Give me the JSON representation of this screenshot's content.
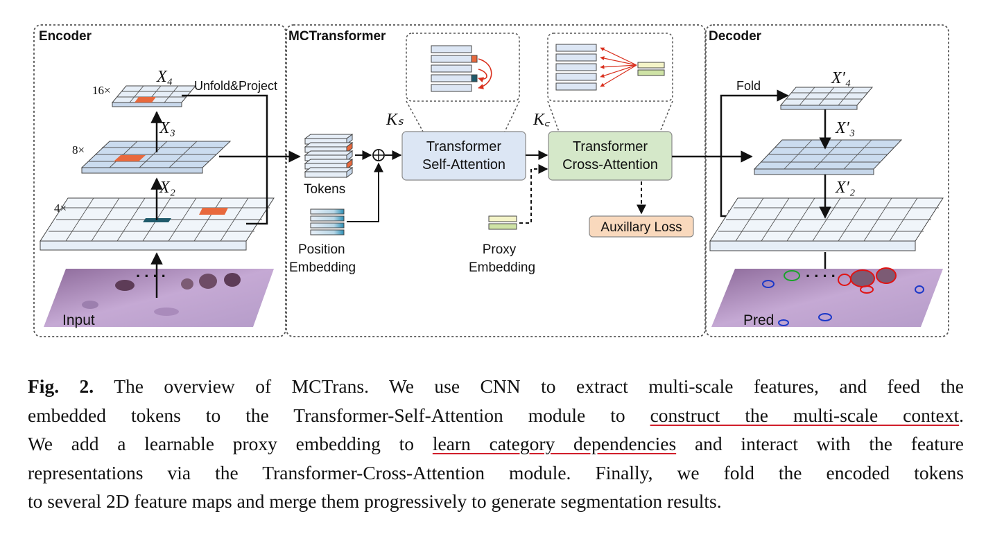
{
  "figure": {
    "sections": {
      "encoder": "Encoder",
      "mctransformer": "MCTransformer",
      "decoder": "Decoder"
    },
    "encoder": {
      "scale_16": "16×",
      "scale_8": "8×",
      "scale_4": "4×",
      "x4": "X₄",
      "x3": "X₃",
      "x2": "X₂",
      "unfold_project": "Unfold&Project",
      "input": "Input"
    },
    "mct": {
      "tokens": "Tokens",
      "position_embedding_1": "Position",
      "position_embedding_2": "Embedding",
      "ks": "Kₛ",
      "kc": "K꜀",
      "self_attention_1": "Transformer",
      "self_attention_2": "Self-Attention",
      "cross_attention_1": "Transformer",
      "cross_attention_2": "Cross-Attention",
      "auxiliary_loss": "Auxillary Loss",
      "proxy_embedding_1": "Proxy",
      "proxy_embedding_2": "Embedding"
    },
    "decoder": {
      "fold": "Fold",
      "x4p": "X′₄",
      "x3p": "X′₃",
      "x2p": "X′₂",
      "pred": "Pred"
    },
    "colors": {
      "self_attention_fill": "#dce6f4",
      "cross_attention_fill": "#d5e8c9",
      "aux_loss_fill": "#f9d9bd",
      "highlight_orange": "#e8693d",
      "highlight_teal": "#1f5a6b",
      "grid_fill": "#e6eef7"
    }
  },
  "caption": {
    "label": "Fig. 2.",
    "l1": "The overview of MCTrans. We use CNN to extract multi-scale features, and feed the",
    "l2a": "embedded tokens to the Transformer-Self-Attention module to",
    "l2u": "construct the multi-scale context",
    "l2b": ".",
    "l3a": "We add a learnable proxy embedding to",
    "l3u": "learn category dependencies",
    "l3b": "and interact with the feature",
    "l4": "representations via the Transformer-Cross-Attention module. Finally, we fold the encoded tokens",
    "l5": "to several 2D feature maps and merge them progressively to generate segmentation results."
  }
}
